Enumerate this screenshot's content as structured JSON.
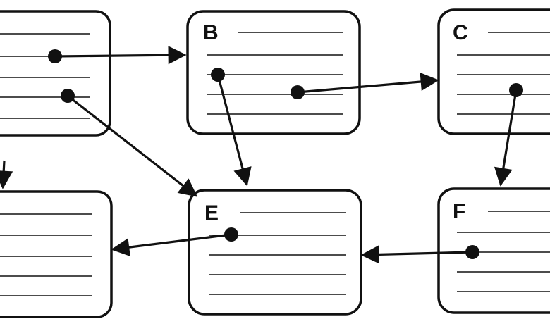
{
  "nodes": [
    {
      "id": "A",
      "label": ""
    },
    {
      "id": "B",
      "label": "B"
    },
    {
      "id": "C",
      "label": "C"
    },
    {
      "id": "D",
      "label": ""
    },
    {
      "id": "E",
      "label": "E"
    },
    {
      "id": "F",
      "label": "F"
    }
  ],
  "edges": [
    {
      "from": "A",
      "to": "B"
    },
    {
      "from": "A",
      "to": "E"
    },
    {
      "from": "B",
      "to": "E"
    },
    {
      "from": "B",
      "to": "C"
    },
    {
      "from": "C",
      "to": "F"
    },
    {
      "from": "E",
      "to": "D"
    },
    {
      "from": "F",
      "to": "E"
    }
  ],
  "colors": {
    "ink": "#111111",
    "background": "#ffffff"
  }
}
